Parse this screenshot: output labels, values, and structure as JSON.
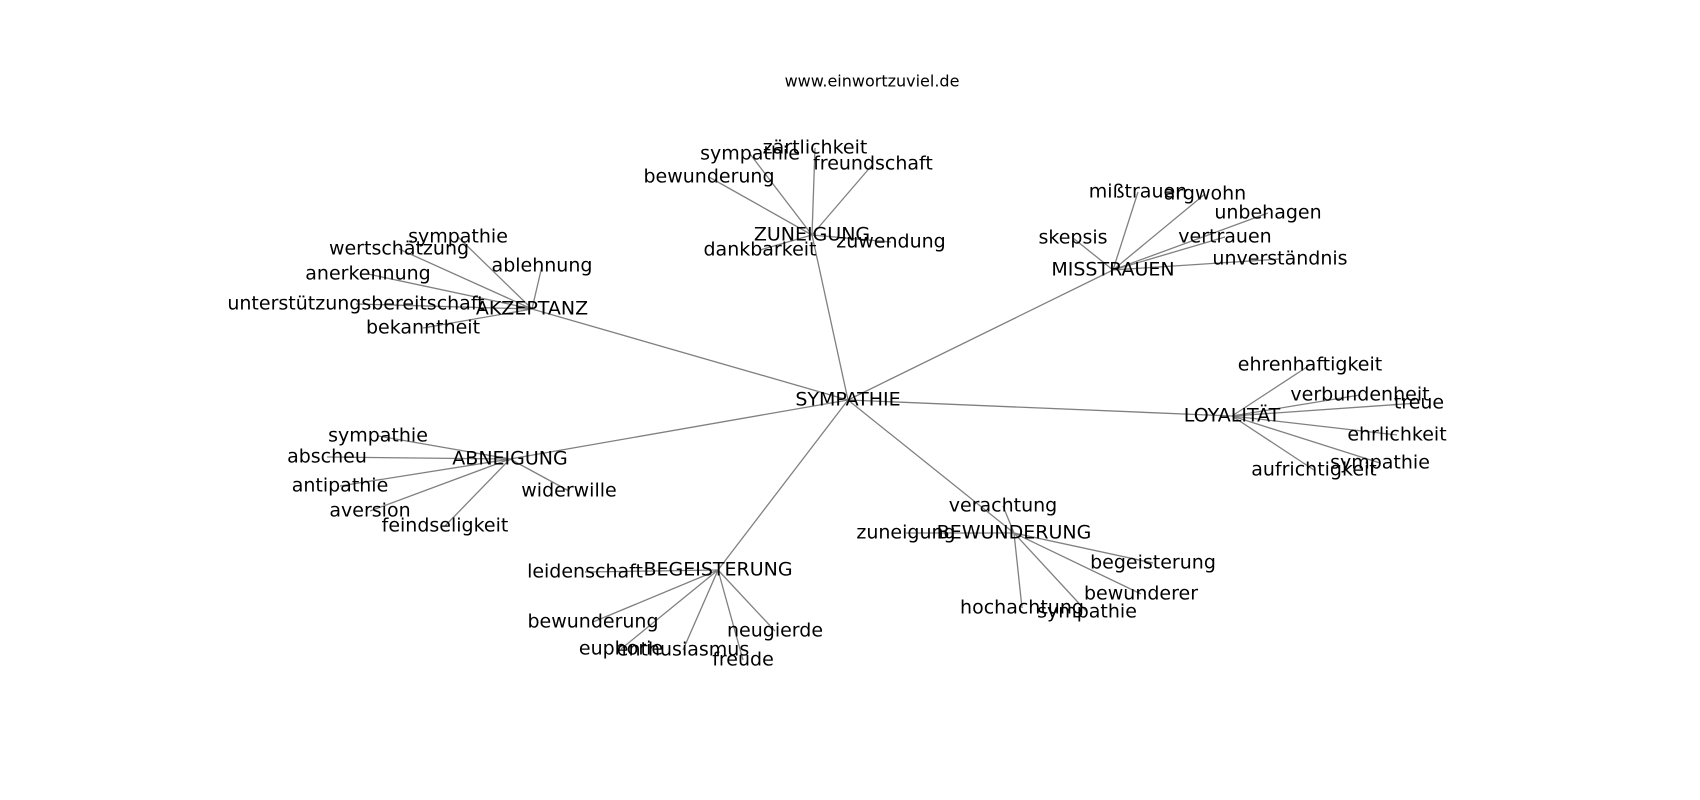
{
  "source": "www.einwortzuviel.de",
  "colors": {
    "edge": "#808080",
    "text": "#000000",
    "background": "#ffffff"
  },
  "root": "SYMPATHIE",
  "clusters": [
    {
      "label": "ZUNEIGUNG",
      "leaves": [
        "sympathie",
        "zärtlichkeit",
        "freundschaft",
        "bewunderung",
        "dankbarkeit",
        "zuwendung"
      ]
    },
    {
      "label": "MISSTRAUEN",
      "leaves": [
        "mißtrauen",
        "argwohn",
        "unbehagen",
        "skepsis",
        "vertrauen",
        "unverständnis"
      ]
    },
    {
      "label": "AKZEPTANZ",
      "leaves": [
        "sympathie",
        "wertschätzung",
        "ablehnung",
        "anerkennung",
        "unterstützungsbereitschaft",
        "bekanntheit"
      ]
    },
    {
      "label": "LOYALITÄT",
      "leaves": [
        "ehrenhaftigkeit",
        "verbundenheit",
        "treue",
        "ehrlichkeit",
        "sympathie",
        "aufrichtigkeit"
      ]
    },
    {
      "label": "ABNEIGUNG",
      "leaves": [
        "sympathie",
        "abscheu",
        "antipathie",
        "aversion",
        "feindseligkeit",
        "widerwille"
      ]
    },
    {
      "label": "BEWUNDERUNG",
      "leaves": [
        "verachtung",
        "zuneigung",
        "begeisterung",
        "bewunderer",
        "hochachtung",
        "sympathie"
      ]
    },
    {
      "label": "BEGEISTERUNG",
      "leaves": [
        "leidenschaft",
        "bewunderung",
        "euphorie",
        "enthusiasmus",
        "freude",
        "neugierde"
      ]
    }
  ]
}
